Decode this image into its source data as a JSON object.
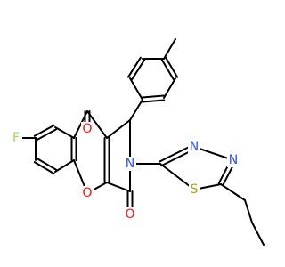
{
  "colors": {
    "background": "#ffffff",
    "bond": "#000000",
    "carbon": "#000000",
    "oxygen": "#ff0d0d",
    "nitrogen": "#3050f8",
    "sulfur": "#b8a300",
    "fluorine": "#90e050"
  },
  "atoms": {
    "fluorine": {
      "label": "F",
      "element": "fluorine"
    },
    "ketone_oxygen": {
      "label": "O",
      "element": "oxygen"
    },
    "ring_oxygen": {
      "label": "O",
      "element": "oxygen"
    },
    "lactam_oxygen": {
      "label": "O",
      "element": "oxygen"
    },
    "pyrrole_nitrogen": {
      "label": "N",
      "element": "nitrogen"
    },
    "thiadiazole_nitrogen_1": {
      "label": "N",
      "element": "nitrogen"
    },
    "thiadiazole_nitrogen_2": {
      "label": "N",
      "element": "nitrogen"
    },
    "thiadiazole_sulfur": {
      "label": "S",
      "element": "sulfur"
    }
  }
}
